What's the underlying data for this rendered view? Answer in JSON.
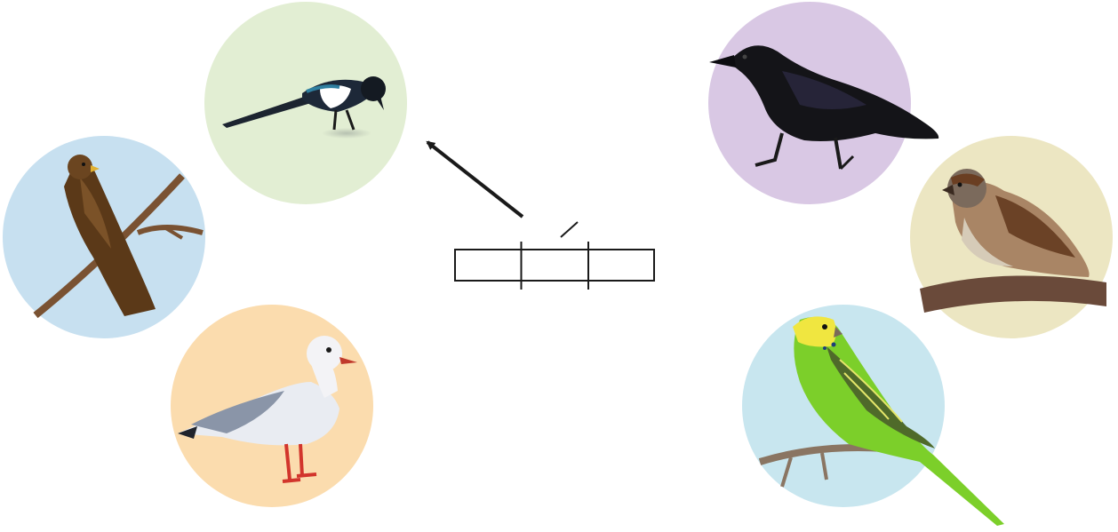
{
  "diagram": {
    "type": "bird-matching-puzzle",
    "answer_boxes": {
      "count": 3,
      "filled": false
    },
    "birds": [
      {
        "id": "magpie",
        "icon": "magpie-icon",
        "bg": "#e2eed3"
      },
      {
        "id": "kite",
        "icon": "kite-icon",
        "bg": "#c7e0f0"
      },
      {
        "id": "gull",
        "icon": "gull-icon",
        "bg": "#fbdcae"
      },
      {
        "id": "crow",
        "icon": "crow-icon",
        "bg": "#d9c8e4"
      },
      {
        "id": "sparrow",
        "icon": "sparrow-icon",
        "bg": "#ece6c2"
      },
      {
        "id": "budgerigar",
        "icon": "budgerigar-icon",
        "bg": "#c8e6ef"
      }
    ],
    "arrow": {
      "from": "answer-boxes",
      "to": "magpie"
    }
  },
  "colors": {
    "line": "#1a1a1a",
    "background": "#ffffff"
  }
}
